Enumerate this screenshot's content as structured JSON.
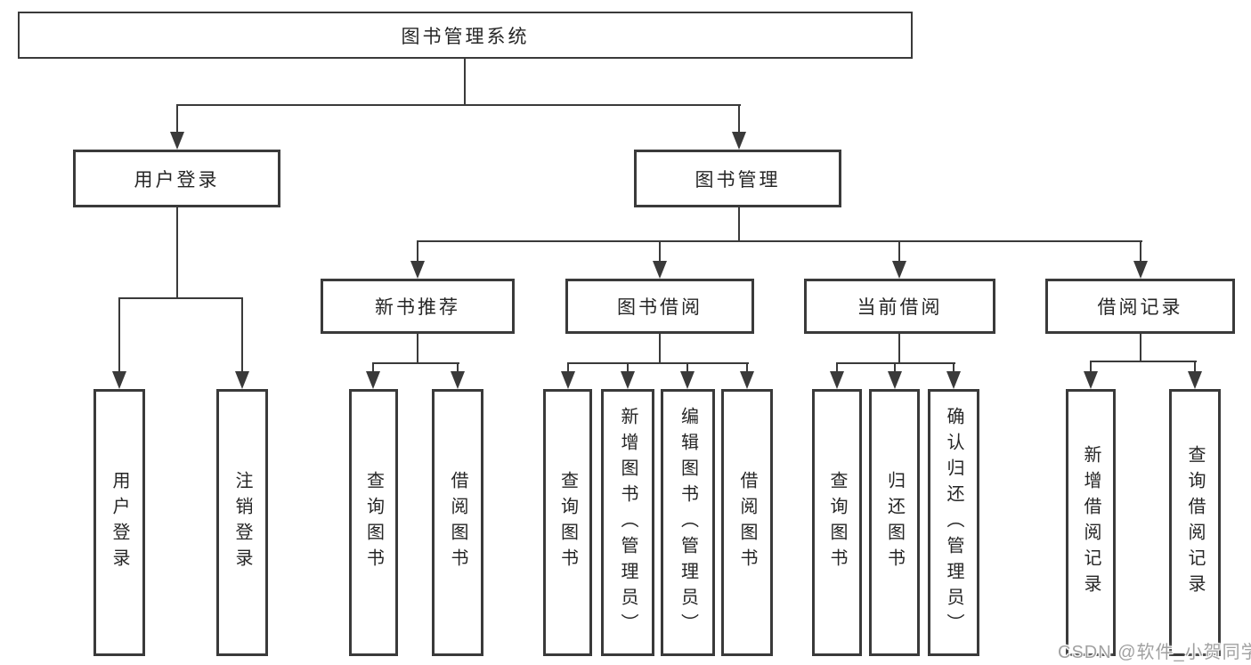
{
  "diagram": {
    "root": {
      "label": "图书管理系统"
    },
    "branches": [
      {
        "label": "用户登录",
        "children": [
          {
            "label": "用户登录"
          },
          {
            "label": "注销登录"
          }
        ]
      },
      {
        "label": "图书管理",
        "children": [
          {
            "label": "新书推荐",
            "children": [
              {
                "label": "查询图书"
              },
              {
                "label": "借阅图书"
              }
            ]
          },
          {
            "label": "图书借阅",
            "children": [
              {
                "label": "查询图书"
              },
              {
                "label": "新增图书（管理员）"
              },
              {
                "label": "编辑图书（管理员）"
              },
              {
                "label": "借阅图书"
              }
            ]
          },
          {
            "label": "当前借阅",
            "children": [
              {
                "label": "查询图书"
              },
              {
                "label": "归还图书"
              },
              {
                "label": "确认归还（管理员）"
              }
            ]
          },
          {
            "label": "借阅记录",
            "children": [
              {
                "label": "新增借阅记录"
              },
              {
                "label": "查询借阅记录"
              }
            ]
          }
        ]
      }
    ]
  },
  "watermark": {
    "text": "CSDN @软件_小贺同学"
  },
  "colors": {
    "line": "#3a3a3a",
    "box_border": "#3a3a3a",
    "text": "#262626",
    "background": "#ffffff",
    "watermark": "#a1a1a1"
  }
}
